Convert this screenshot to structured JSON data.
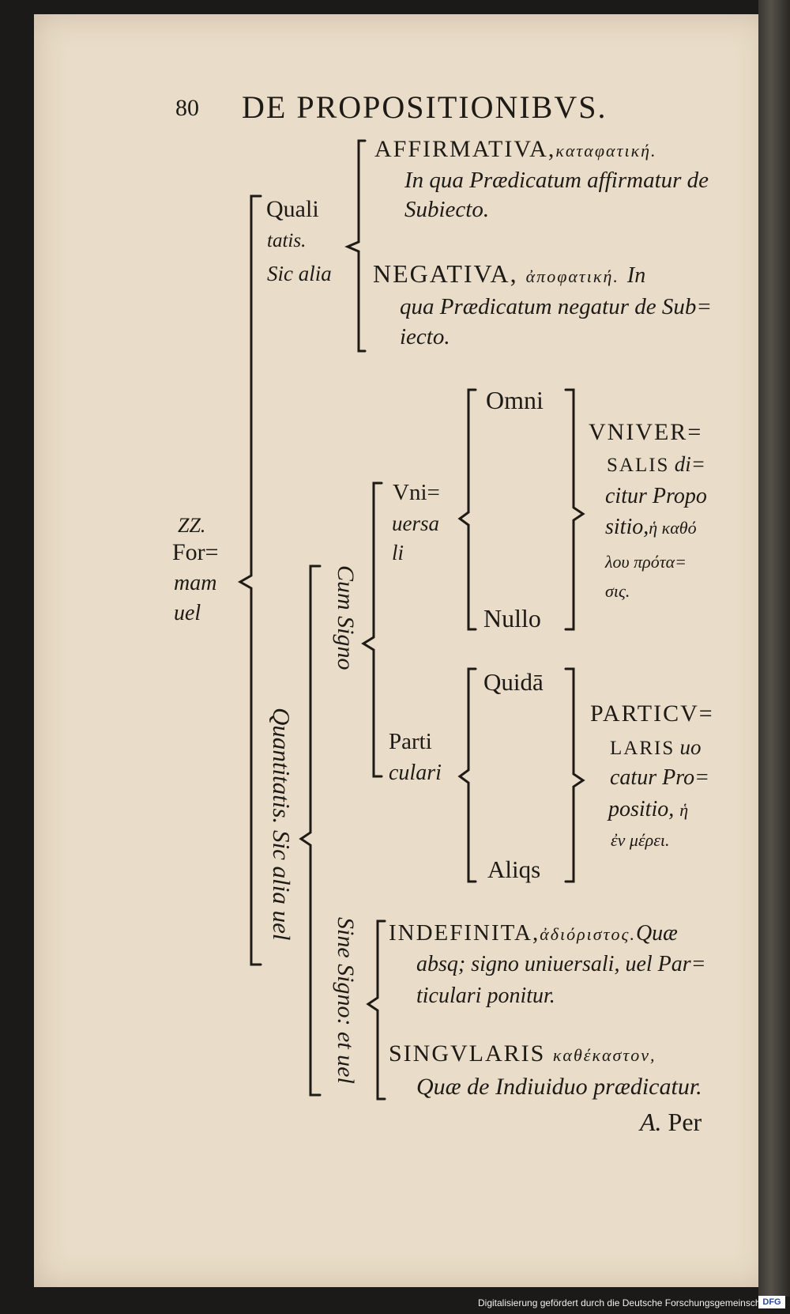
{
  "header": {
    "page_number": "80",
    "running_title": "DE PROPOSITIONIBVS."
  },
  "root": {
    "line1": "ZZ.",
    "line2": "For=",
    "line3": "mam",
    "line4": "uel"
  },
  "qualitatis": {
    "line1": "Quali",
    "line2": "tatis.",
    "line3": "Sic alia"
  },
  "affirmativa": {
    "head": "AFFIRMATIVA,",
    "greek": "καταφατική.",
    "line2": "In qua Prædicatum affirmatur de",
    "line3": "Subiecto."
  },
  "negativa": {
    "head": "NEGATIVA,",
    "greek": "ἀποφατική.",
    "head_tail": "In",
    "line2": "qua Prædicatum negatur de Sub=",
    "line3": "iecto."
  },
  "quantitatis": {
    "label": "Quantitatis. Sic alia uel"
  },
  "cum_signo": {
    "label": "Cum Signo"
  },
  "sine_signo": {
    "label": "Sine Signo: et uel"
  },
  "universali": {
    "line1": "Vni=",
    "line2": "uersa",
    "line3": "li",
    "top": "Omni",
    "bottom": "Nullo"
  },
  "universalis_def": {
    "line1": "VNIVER=",
    "line2a": "SALIS",
    "line2b": "di=",
    "line3": "citur Propo",
    "line4a": "sitio,",
    "line4b": "ἡ καθό",
    "line5": "λου πρότα=",
    "line6": "σις."
  },
  "particulari": {
    "line1": "Parti",
    "line2": "culari",
    "top": "Quidā",
    "bottom": "Aliqs"
  },
  "particularis_def": {
    "line1": "PARTICV=",
    "line2a": "LARIS",
    "line2b": "uo",
    "line3": "catur Pro=",
    "line4a": "positio,",
    "line4b": "ἡ",
    "line5": "ἐν μέρει."
  },
  "indefinita": {
    "head": "INDEFINITA,",
    "greek": "ἀδιόριστος.",
    "tail": "Quæ",
    "line2": "absq; signo uniuersali, uel Par=",
    "line3": "ticulari ponitur."
  },
  "singularis": {
    "head": "SINGVLARIS",
    "greek": "καθέκαστον,",
    "line2": "Quæ de Indiuiduo prædicatur."
  },
  "catchword": {
    "signature": "A.",
    "word": "Per"
  },
  "footer": {
    "credit": "Digitalisierung gefördert durch die Deutsche Forschungsgemeinschaft -",
    "logo": "DFG"
  }
}
